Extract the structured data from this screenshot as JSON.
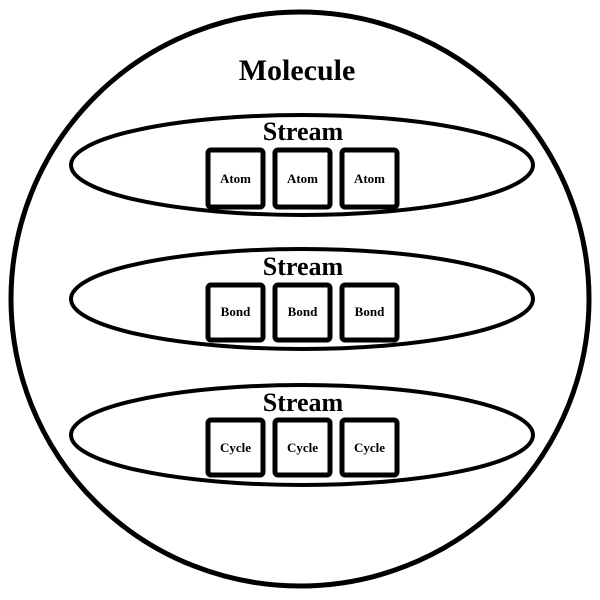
{
  "diagram": {
    "title": "Molecule",
    "colors": {
      "stroke": "#000000",
      "background": "#ffffff"
    },
    "streams": [
      {
        "label": "Stream",
        "items": [
          "Atom",
          "Atom",
          "Atom"
        ]
      },
      {
        "label": "Stream",
        "items": [
          "Bond",
          "Bond",
          "Bond"
        ]
      },
      {
        "label": "Stream",
        "items": [
          "Cycle",
          "Cycle",
          "Cycle"
        ]
      }
    ]
  }
}
